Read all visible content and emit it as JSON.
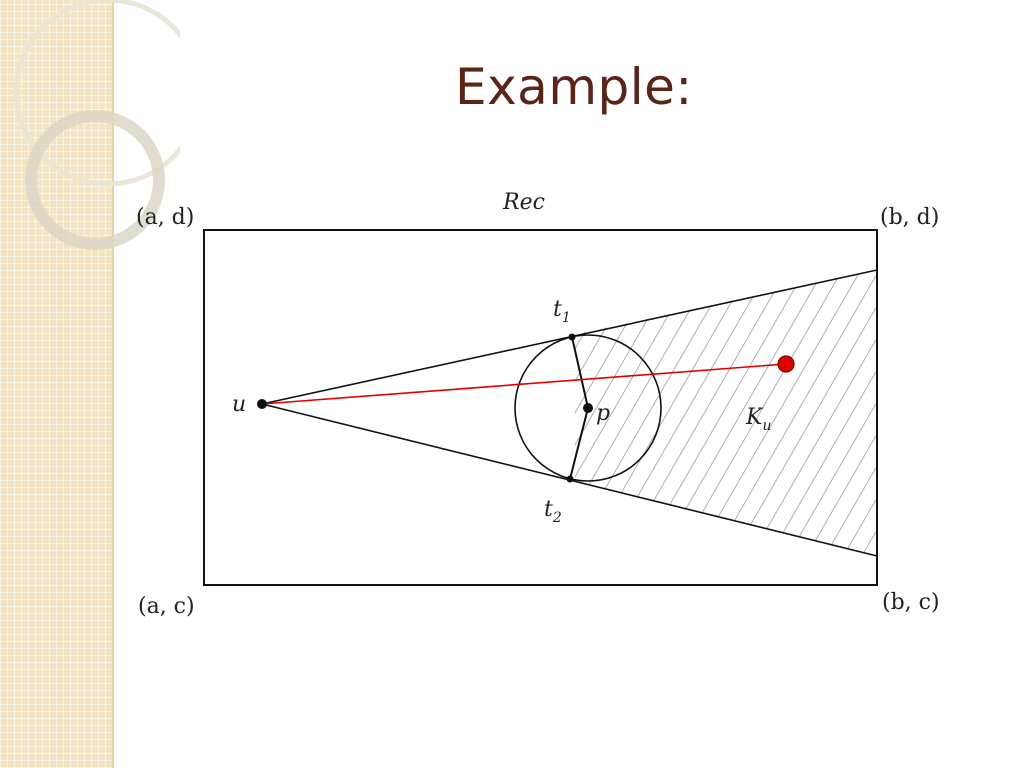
{
  "slide": {
    "title": "Example:"
  },
  "diagram": {
    "rect_label": "Rec",
    "corners": {
      "top_left": "(a, d)",
      "top_right": "(b, d)",
      "bottom_left": "(a, c)",
      "bottom_right": "(b, c)"
    },
    "points": {
      "u": "u",
      "p": "p",
      "t1_main": "t",
      "t1_sub": "1",
      "t2_main": "t",
      "t2_sub": "2"
    },
    "region": {
      "main": "K",
      "sub": "u"
    },
    "colors": {
      "title": "#5a2417",
      "query_line": "#e00000",
      "query_point": "#e00000",
      "hatch": "#9a9a9a"
    }
  }
}
